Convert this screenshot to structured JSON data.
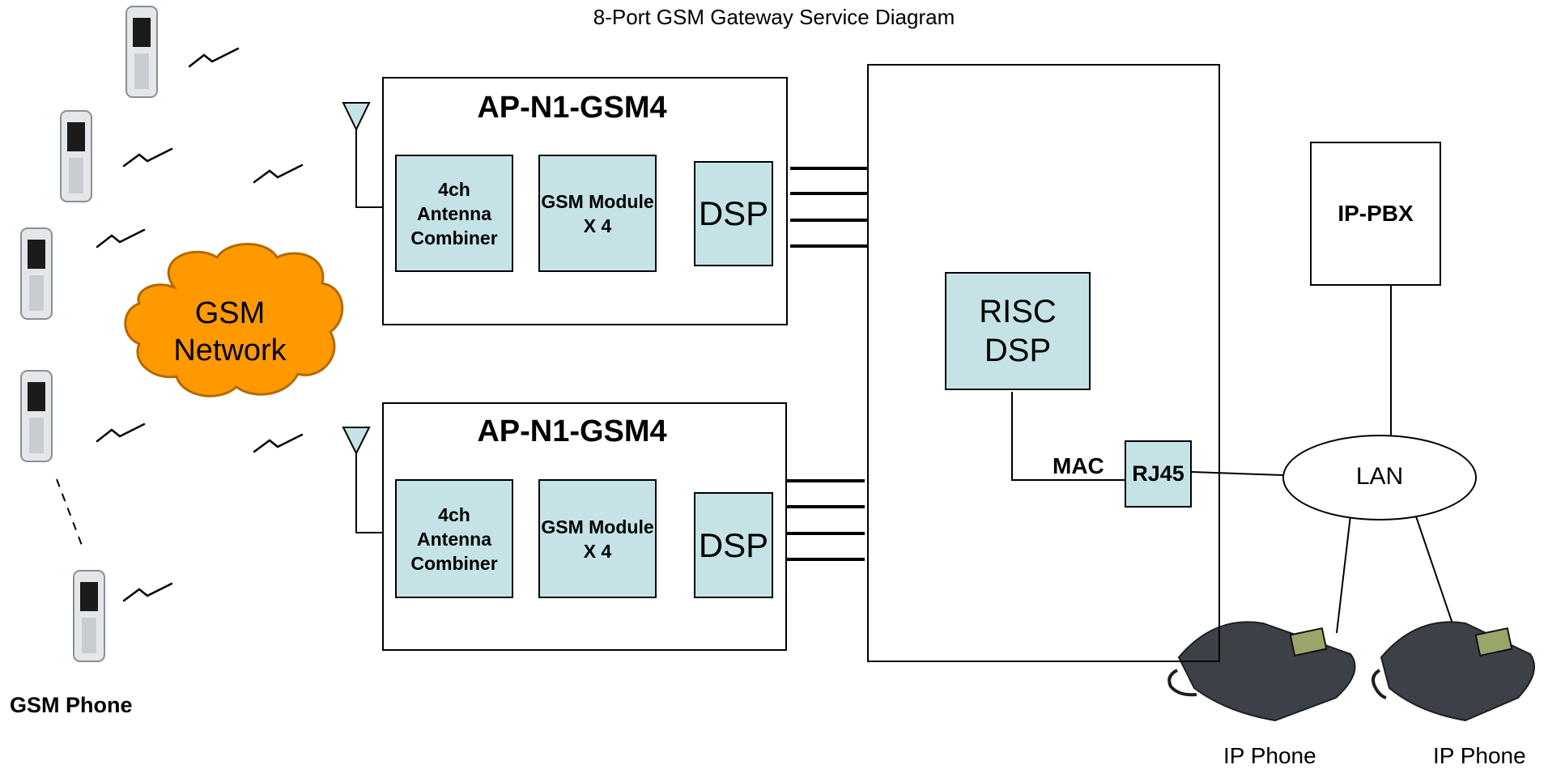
{
  "title": "8-Port GSM Gateway Service Diagram",
  "gsm_phone_label": "GSM Phone",
  "cloud": {
    "line1": "GSM",
    "line2": "Network"
  },
  "modules": [
    {
      "name": "AP-N1-GSM4",
      "combiner": [
        "4ch",
        "Antenna",
        "Combiner"
      ],
      "gsm": [
        "GSM Module",
        "X 4"
      ],
      "dsp": "DSP"
    },
    {
      "name": "AP-N1-GSM4",
      "combiner": [
        "4ch",
        "Antenna",
        "Combiner"
      ],
      "gsm": [
        "GSM Module",
        "X 4"
      ],
      "dsp": "DSP"
    }
  ],
  "risc": [
    "RISC",
    "DSP"
  ],
  "mac": "MAC",
  "rj45": "RJ45",
  "ippbx": "IP-PBX",
  "lan": "LAN",
  "ip_phones": [
    "IP Phone",
    "IP Phone"
  ],
  "colors": {
    "module_fill": "#c5e3e6",
    "cloud_fill": "#ff9900",
    "cloud_stroke": "#b36a00"
  }
}
